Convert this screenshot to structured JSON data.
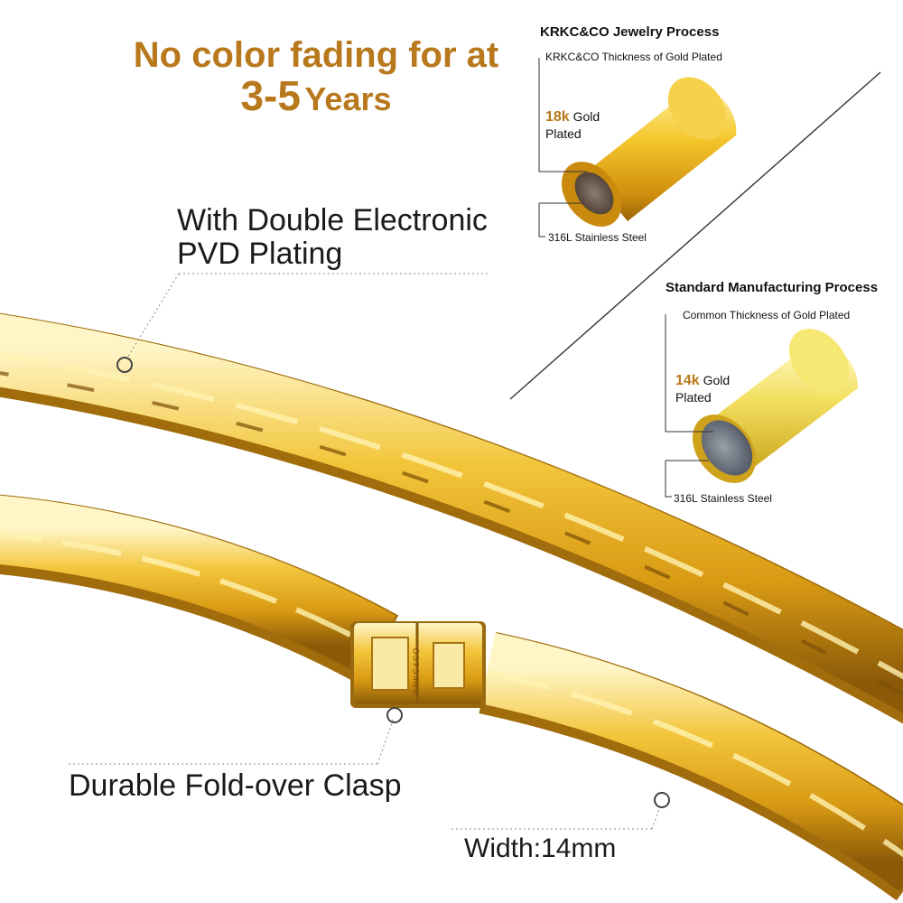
{
  "headline": {
    "line1": "No color fading for at",
    "years_value": "3-5",
    "years_word": "Years"
  },
  "features": {
    "plating_line1": "With Double Electronic",
    "plating_line2": "PVD Plating",
    "clasp": "Durable Fold-over Clasp",
    "width_label": "Width",
    "width_sep": ":",
    "width_value": "14mm"
  },
  "krkc_process": {
    "title": "KRKC&CO Jewelry Process",
    "thickness": "KRKC&CO Thickness of Gold Plated",
    "karat": "18k",
    "gold_word": "Gold",
    "plated_word": "Plated",
    "steel": "316L Stainless Steel"
  },
  "standard_process": {
    "title": "Standard Manufacturing Process",
    "thickness": "Common Thickness of Gold Plated",
    "karat": "14k",
    "gold_word": "Gold",
    "plated_word": "Plated",
    "steel": "316L Stainless Steel"
  },
  "clasp_engraving": "KRKC&CO",
  "colors": {
    "gold_accent": "#b8781c",
    "gold": "#e8b52a",
    "dark_gold": "#9a6a10"
  }
}
